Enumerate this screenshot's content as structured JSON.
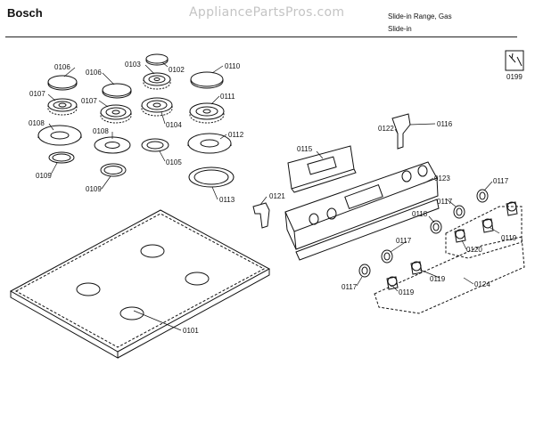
{
  "header": {
    "brand": "Bosch",
    "watermark": "AppliancePartsPros.com",
    "model_line1": "Slide-in Range, Gas",
    "model_line2": "Slide-in"
  },
  "part_labels": {
    "p0101": "0101",
    "p0102": "0102",
    "p0103": "0103",
    "p0104": "0104",
    "p0105": "0105",
    "p0106a": "0106",
    "p0106b": "0106",
    "p0107a": "0107",
    "p0107b": "0107",
    "p0108a": "0108",
    "p0108b": "0108",
    "p0109a": "0109",
    "p0109b": "0109",
    "p0110": "0110",
    "p0111": "0111",
    "p0112": "0112",
    "p0113": "0113",
    "p0115": "0115",
    "p0116": "0116",
    "p0117a": "0117",
    "p0117b": "0117",
    "p0117c": "0117",
    "p0117d": "0117",
    "p0118": "0118",
    "p0119a": "0119",
    "p0119b": "0119",
    "p0119c": "0119",
    "p0120": "0120",
    "p0121": "0121",
    "p0122": "0122",
    "p0123": "0123",
    "p0124": "0124",
    "p0199": "0199"
  }
}
